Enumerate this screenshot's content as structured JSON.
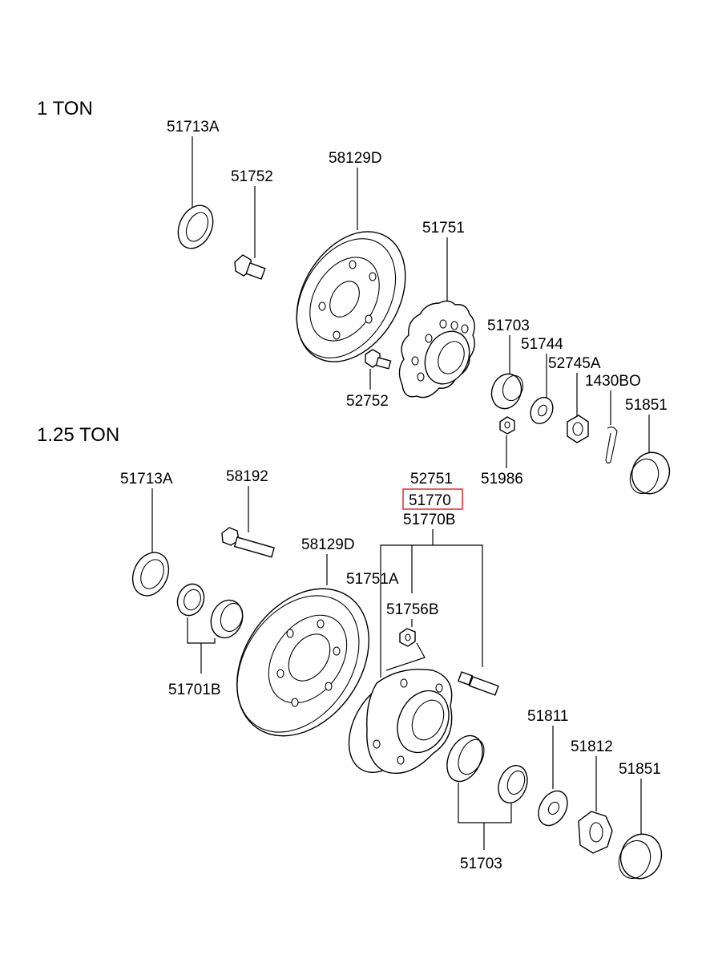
{
  "sections": {
    "one_ton": "1 TON",
    "one_quarter_ton": "1.25 TON"
  },
  "labels_1ton": {
    "seal": "51713A",
    "bolt": "51752",
    "disc": "58129D",
    "hub": "51751",
    "bearing": "51703",
    "washer": "51744",
    "nut": "52745A",
    "pin": "1430BO",
    "cap": "51851",
    "screw": "52752",
    "lugnut": "51986"
  },
  "labels_125ton": {
    "seal": "51713A",
    "bolt": "58192",
    "disc": "58129D",
    "assy_top": "52751",
    "assy_main": "51770",
    "assy_b": "51770B",
    "hub": "51751A",
    "nut": "51756B",
    "bearing_inner": "51701B",
    "bearing_outer": "51703",
    "washer": "51811",
    "castle_nut": "51812",
    "cap": "51851"
  },
  "highlight_color": "#e53935"
}
